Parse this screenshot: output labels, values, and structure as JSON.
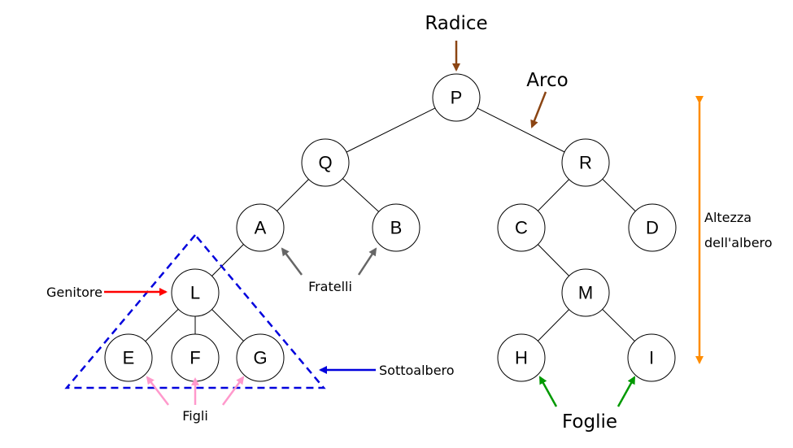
{
  "nodes": [
    {
      "id": "P",
      "label": "P"
    },
    {
      "id": "Q",
      "label": "Q"
    },
    {
      "id": "R",
      "label": "R"
    },
    {
      "id": "A",
      "label": "A"
    },
    {
      "id": "B",
      "label": "B"
    },
    {
      "id": "C",
      "label": "C"
    },
    {
      "id": "D",
      "label": "D"
    },
    {
      "id": "L",
      "label": "L"
    },
    {
      "id": "M",
      "label": "M"
    },
    {
      "id": "E",
      "label": "E"
    },
    {
      "id": "F",
      "label": "F"
    },
    {
      "id": "G",
      "label": "G"
    },
    {
      "id": "H",
      "label": "H"
    },
    {
      "id": "I",
      "label": "I"
    }
  ],
  "edges": [
    [
      "P",
      "Q"
    ],
    [
      "P",
      "R"
    ],
    [
      "Q",
      "A"
    ],
    [
      "Q",
      "B"
    ],
    [
      "R",
      "C"
    ],
    [
      "R",
      "D"
    ],
    [
      "A",
      "L"
    ],
    [
      "C",
      "M"
    ],
    [
      "L",
      "E"
    ],
    [
      "L",
      "F"
    ],
    [
      "L",
      "G"
    ],
    [
      "M",
      "H"
    ],
    [
      "M",
      "I"
    ]
  ],
  "annotations": {
    "radice": "Radice",
    "arco": "Arco",
    "altezza_line1": "Altezza",
    "altezza_line2": "dell'albero",
    "genitore": "Genitore",
    "fratelli": "Fratelli",
    "sottoalbero": "Sottoalbero",
    "figli": "Figli",
    "foglie": "Foglie"
  },
  "colors": {
    "radice_arrow": "#8B4513",
    "arco_arrow": "#8B4513",
    "altezza_arrow": "#FF8C00",
    "genitore_arrow": "#FF0000",
    "fratelli_arrow": "#666666",
    "sottoalbero_arrow": "#0000DD",
    "subtree_outline": "#0000DD",
    "figli_arrow": "#FF99CC",
    "foglie_arrow": "#009900"
  }
}
